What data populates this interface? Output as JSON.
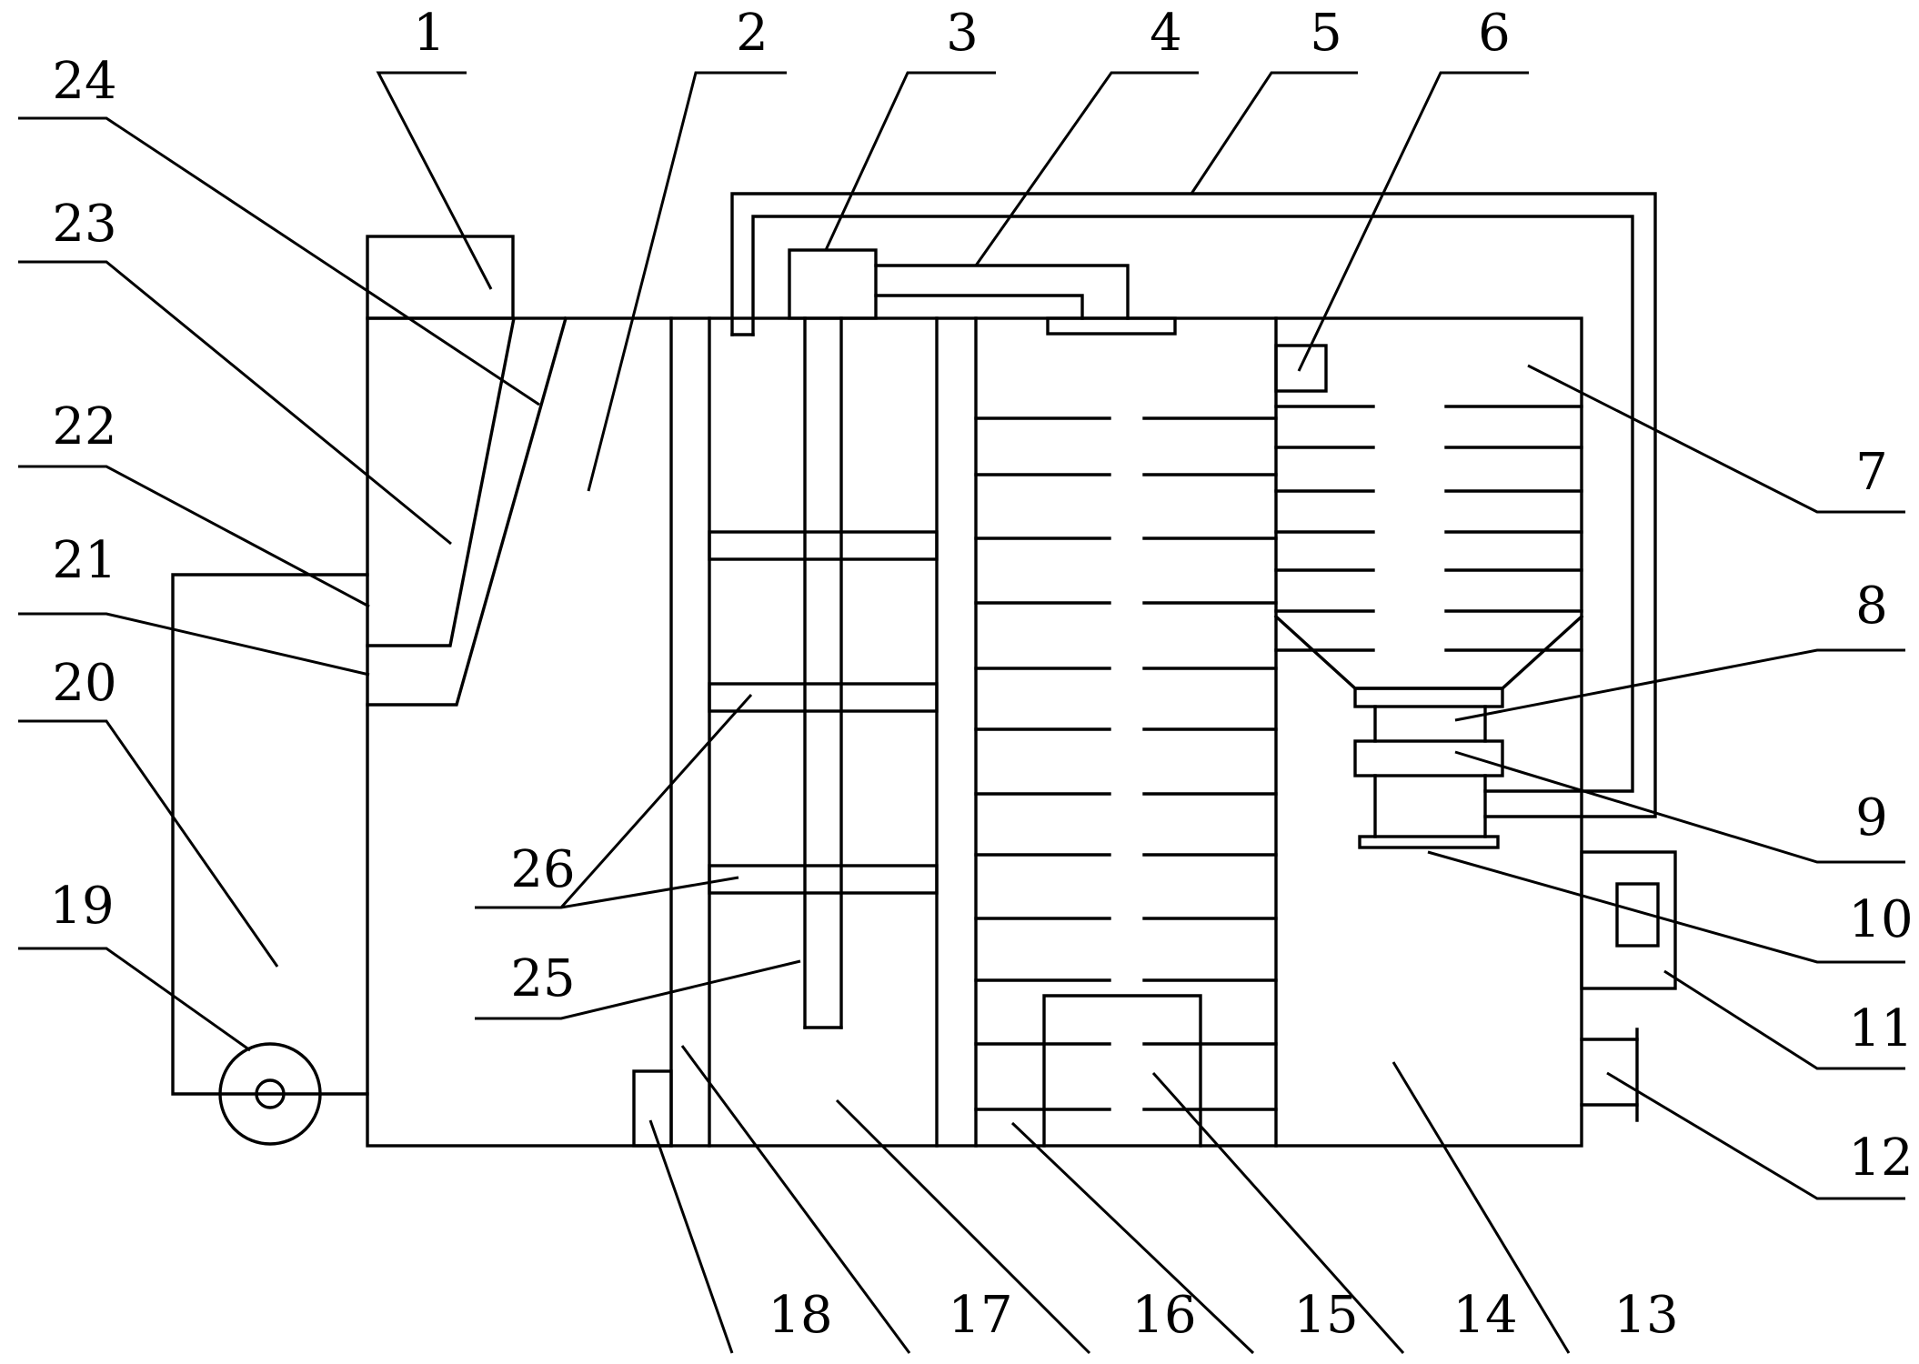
{
  "callouts": [
    {
      "id": "1",
      "text": "1"
    },
    {
      "id": "2",
      "text": "2"
    },
    {
      "id": "3",
      "text": "3"
    },
    {
      "id": "4",
      "text": "4"
    },
    {
      "id": "5",
      "text": "5"
    },
    {
      "id": "6",
      "text": "6"
    },
    {
      "id": "7",
      "text": "7"
    },
    {
      "id": "8",
      "text": "8"
    },
    {
      "id": "9",
      "text": "9"
    },
    {
      "id": "10",
      "text": "10"
    },
    {
      "id": "11",
      "text": "11"
    },
    {
      "id": "12",
      "text": "12"
    },
    {
      "id": "13",
      "text": "13"
    },
    {
      "id": "14",
      "text": "14"
    },
    {
      "id": "15",
      "text": "15"
    },
    {
      "id": "16",
      "text": "16"
    },
    {
      "id": "17",
      "text": "17"
    },
    {
      "id": "18",
      "text": "18"
    },
    {
      "id": "19",
      "text": "19"
    },
    {
      "id": "20",
      "text": "20"
    },
    {
      "id": "21",
      "text": "21"
    },
    {
      "id": "22",
      "text": "22"
    },
    {
      "id": "23",
      "text": "23"
    },
    {
      "id": "24",
      "text": "24"
    },
    {
      "id": "25",
      "text": "25"
    },
    {
      "id": "26",
      "text": "26"
    }
  ]
}
